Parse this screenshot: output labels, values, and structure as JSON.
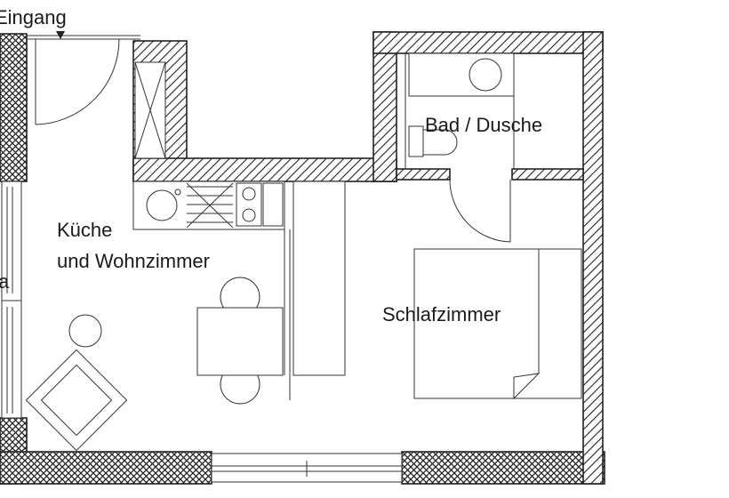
{
  "plan": {
    "labels": {
      "entrance": "Eingang",
      "kitchen_line1": "Küche",
      "kitchen_line2": "und Wohnzimmer",
      "bath": "Bad / Dusche",
      "bedroom": "Schlafzimmer",
      "left_edge_fragment": "a"
    },
    "colors": {
      "wall_line": "#222222",
      "hatch": "#222222",
      "background": "#ffffff"
    }
  }
}
